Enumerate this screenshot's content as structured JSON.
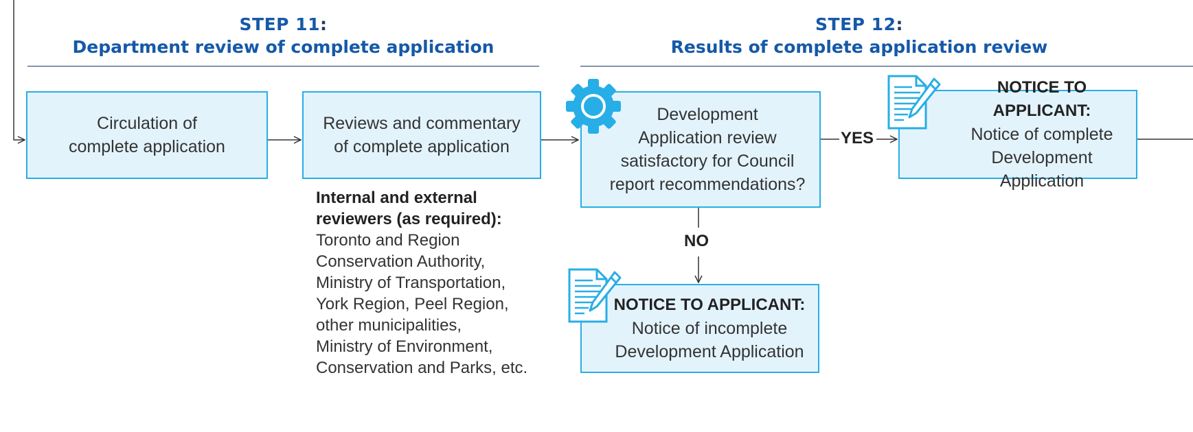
{
  "step11": {
    "number": "STEP 11",
    "colon": ":",
    "title": "Department review of complete application"
  },
  "step12": {
    "number": "STEP 12",
    "colon": ":",
    "title": "Results of complete application review"
  },
  "boxes": {
    "circulation": {
      "line1": "Circulation of",
      "line2": "complete application"
    },
    "reviews": {
      "line1": "Reviews and commentary",
      "line2": "of complete application"
    },
    "decision": {
      "line1": "Development",
      "line2": "Application review",
      "line3": "satisfactory for Council",
      "line4": "report recommendations?"
    },
    "notice_complete": {
      "heading": "NOTICE TO APPLICANT:",
      "line1": "Notice of complete",
      "line2": "Development Application"
    },
    "notice_incomplete": {
      "heading": "NOTICE TO APPLICANT:",
      "line1": "Notice of incomplete",
      "line2": "Development Application"
    }
  },
  "branches": {
    "yes": "YES",
    "no": "NO"
  },
  "reviewers": {
    "heading_line1": "Internal and external",
    "heading_line2": "reviewers (as required):",
    "lines": [
      "Toronto and Region",
      "Conservation Authority,",
      "Ministry of Transportation,",
      "York Region, Peel Region,",
      "other municipalities,",
      "Ministry of Environment,",
      "Conservation and Parks, etc."
    ]
  },
  "colors": {
    "step_heading": "#1559a8",
    "rule": "#1e3a66",
    "box_border": "#27aee6",
    "box_fill": "#e3f3fc",
    "icon": "#27aee6"
  },
  "icons": {
    "decision": "gear-icon",
    "notice": "document-pencil-icon"
  }
}
